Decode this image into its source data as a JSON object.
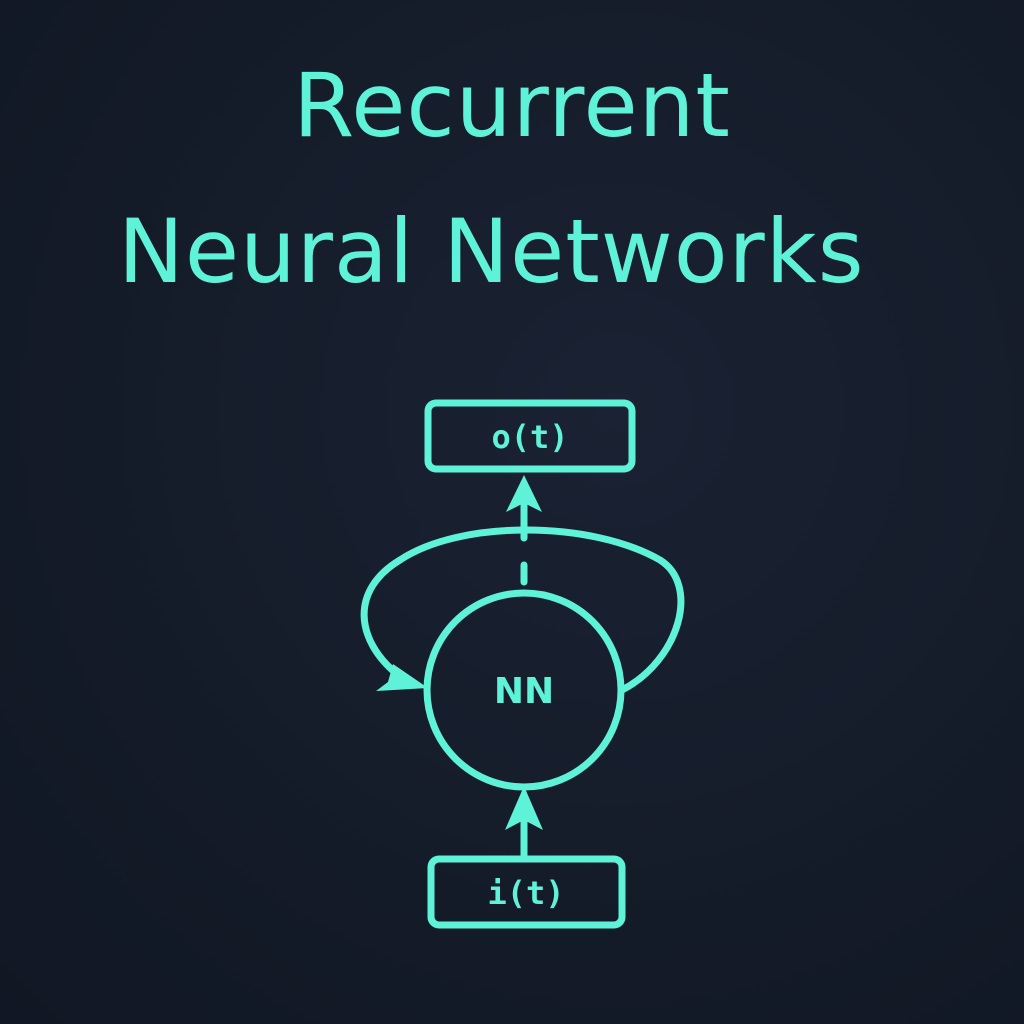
{
  "title": {
    "line1": "Recurrent",
    "line2": "Neural Networks"
  },
  "diagram": {
    "output_label": "o(t)",
    "node_label": "NN",
    "input_label": "i(t)"
  },
  "colors": {
    "accent": "#5ef2d8",
    "background": "#141b28"
  }
}
